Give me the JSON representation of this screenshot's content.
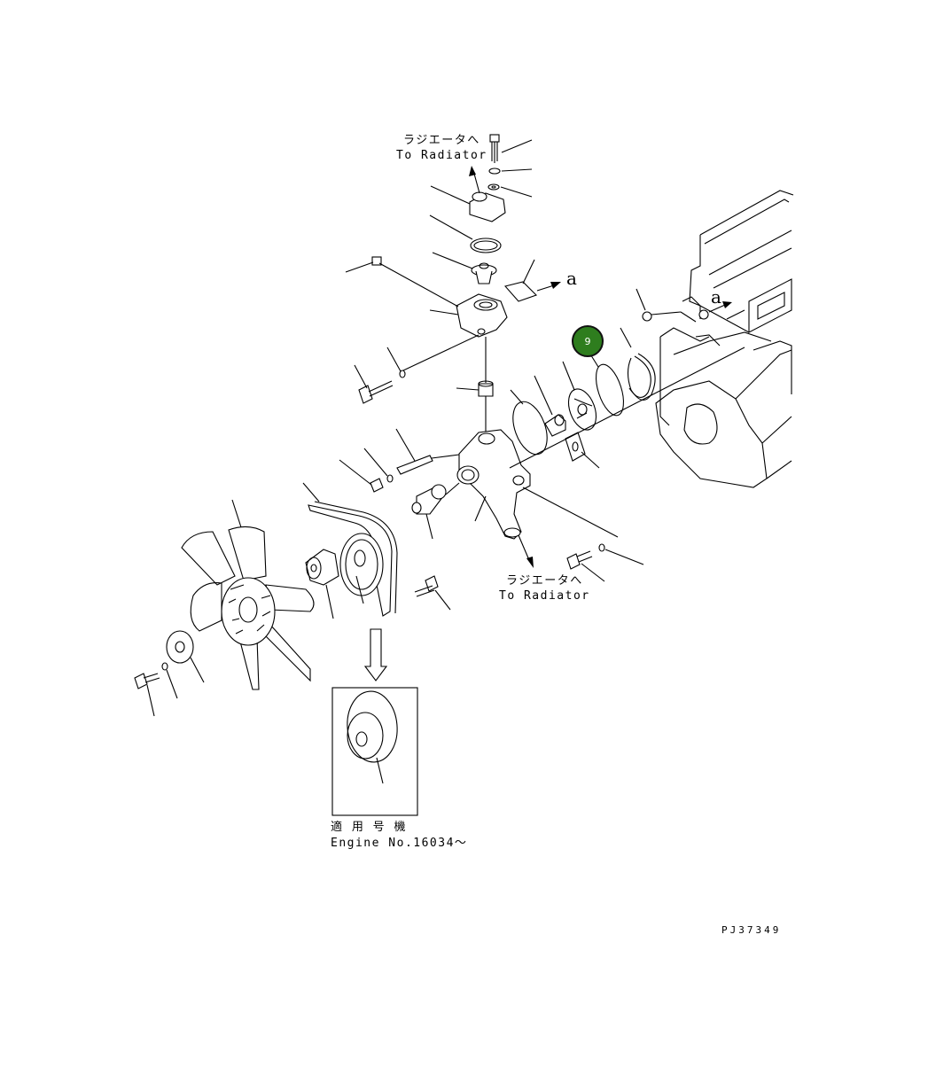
{
  "labels": {
    "to_radiator_top_jp": "ラジエータへ",
    "to_radiator_top_en": "To Radiator",
    "to_radiator_bottom_jp": "ラジエータへ",
    "to_radiator_bottom_en": "To Radiator",
    "ref_a_left": "a",
    "ref_a_right": "a",
    "serial_jp": "適 用 号 機",
    "serial_en": "Engine No.16034～",
    "drawing_number": "PJ37349"
  },
  "callout": {
    "number": "9",
    "color": "#2e7d1e"
  }
}
